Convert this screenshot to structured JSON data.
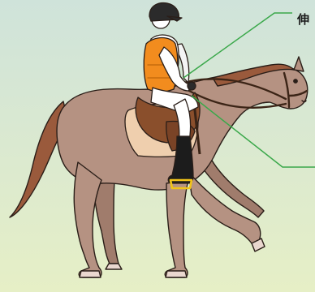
{
  "callout": {
    "label": "伸"
  },
  "colors": {
    "background_top": "#cfe3da",
    "background_bottom": "#e6efc6",
    "horse_coat": "#b59282",
    "horse_mane_tail": "#9a5a3c",
    "hooves": "#ead7cf",
    "saddle": "#8a4f2c",
    "saddle_pad": "#efcfae",
    "safety_vest": "#f28c1e",
    "helmet": "#2b2b2b",
    "boots": "#1c1c1c",
    "stirrup": "#f2c418",
    "callout_line": "#3aa84a",
    "outline": "#2a1e18"
  },
  "icons": [
    "horse-illustration",
    "rider-illustration",
    "saddle-icon",
    "stirrup-icon"
  ]
}
